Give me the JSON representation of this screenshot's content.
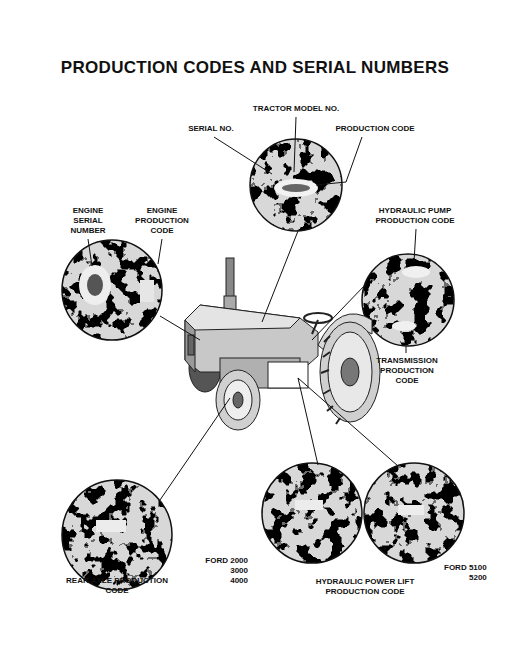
{
  "diagram": {
    "title": "PRODUCTION CODES AND SERIAL NUMBERS",
    "labels": [
      "TRACTOR MODEL NO.",
      "SERIAL NO.",
      "PRODUCTION CODE",
      "ENGINE SERIAL NUMBER",
      "ENGINE PRODUCTION CODE",
      "HYDRAULIC PUMP PRODUCTION CODE",
      "TRANSMISSION PRODUCTION CODE",
      "REAR AXLE PRODUCTION CODE",
      "FORD 2000",
      "3000",
      "4000",
      "HYDRAULIC POWER LIFT PRODUCTION CODE",
      "FORD 5100",
      "5200"
    ]
  }
}
